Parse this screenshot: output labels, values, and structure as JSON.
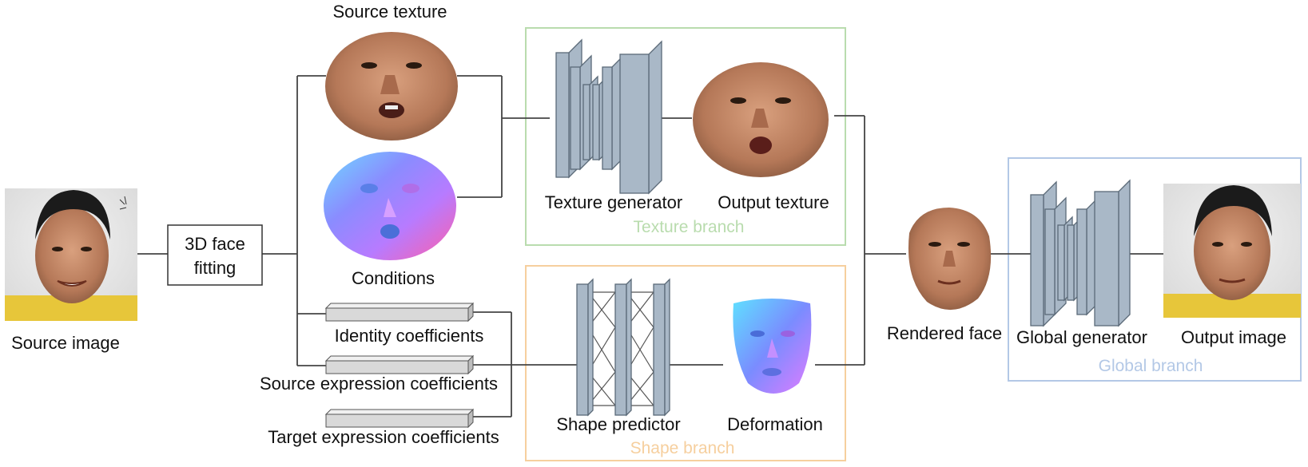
{
  "labels": {
    "source_image": "Source image",
    "face_fitting_line1": "3D face",
    "face_fitting_line2": "fitting",
    "source_texture": "Source texture",
    "conditions": "Conditions",
    "identity_coefficients": "Identity coefficients",
    "source_expression_coefficients": "Source expression coefficients",
    "target_expression_coefficients": "Target expression coefficients",
    "texture_generator": "Texture generator",
    "output_texture": "Output texture",
    "shape_predictor": "Shape predictor",
    "deformation": "Deformation",
    "rendered_face": "Rendered face",
    "global_generator": "Global generator",
    "output_image": "Output image"
  },
  "branches": {
    "texture": "Texture branch",
    "shape": "Shape branch",
    "global": "Global branch"
  },
  "colors": {
    "texture_branch": "#b9dcae",
    "shape_branch": "#f6cf9e",
    "global_branch": "#b3c8e6",
    "layer_fill": "#a9b8c7",
    "coef_bar_fill": "#d9d9d9",
    "line": "#444444"
  }
}
